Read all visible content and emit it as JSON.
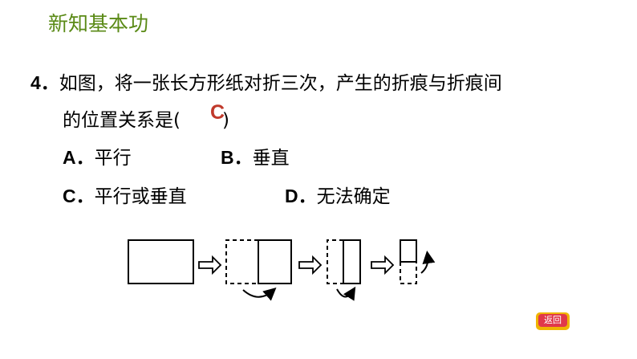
{
  "header": {
    "title": "新知基本功"
  },
  "question": {
    "number": "4．",
    "line1": "如图，将一张长方形纸对折三次，产生的折痕与折痕间",
    "line2_prefix": "的位置关系是(",
    "answer": "C",
    "line2_suffix": ")",
    "options": [
      {
        "letter": "A．",
        "text": "平行"
      },
      {
        "letter": "B．",
        "text": "垂直"
      },
      {
        "letter": "C．",
        "text": "平行或垂直"
      },
      {
        "letter": "D．",
        "text": "无法确定"
      }
    ]
  },
  "back_button": {
    "label": "返回"
  },
  "colors": {
    "header": "#5a8a16",
    "answer": "#c0392b"
  }
}
